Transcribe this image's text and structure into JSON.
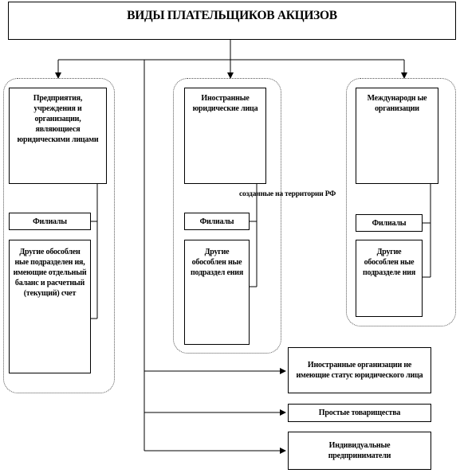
{
  "title": "ВИДЫ ПЛАТЕЛЬЩИКОВ АКЦИЗОВ",
  "group1": {
    "main": "Предприятия, учреждения и организации, являющиеся юридическими лицами",
    "branch": "Филиалы",
    "sub": "Другие обособлен ные подразделен ия, имеющие отдельный баланс и расчетный (текущий) счет"
  },
  "group2": {
    "main": "Иностранные юридические лица",
    "branch": "Филиалы",
    "sub": "Другие обособлен ные подраздел ения"
  },
  "group3": {
    "main": "Международн ые организации",
    "branch": "Филиалы",
    "sub": "Другие обособлен ные подразделе ния"
  },
  "created_label": "созданные на территории РФ",
  "bottom": {
    "foreign_orgs": "Иностранные организации не имеющие статус юридического лица",
    "partnerships": "Простые товарищества",
    "entrepreneurs": "Индивидуальные предприниматели"
  }
}
